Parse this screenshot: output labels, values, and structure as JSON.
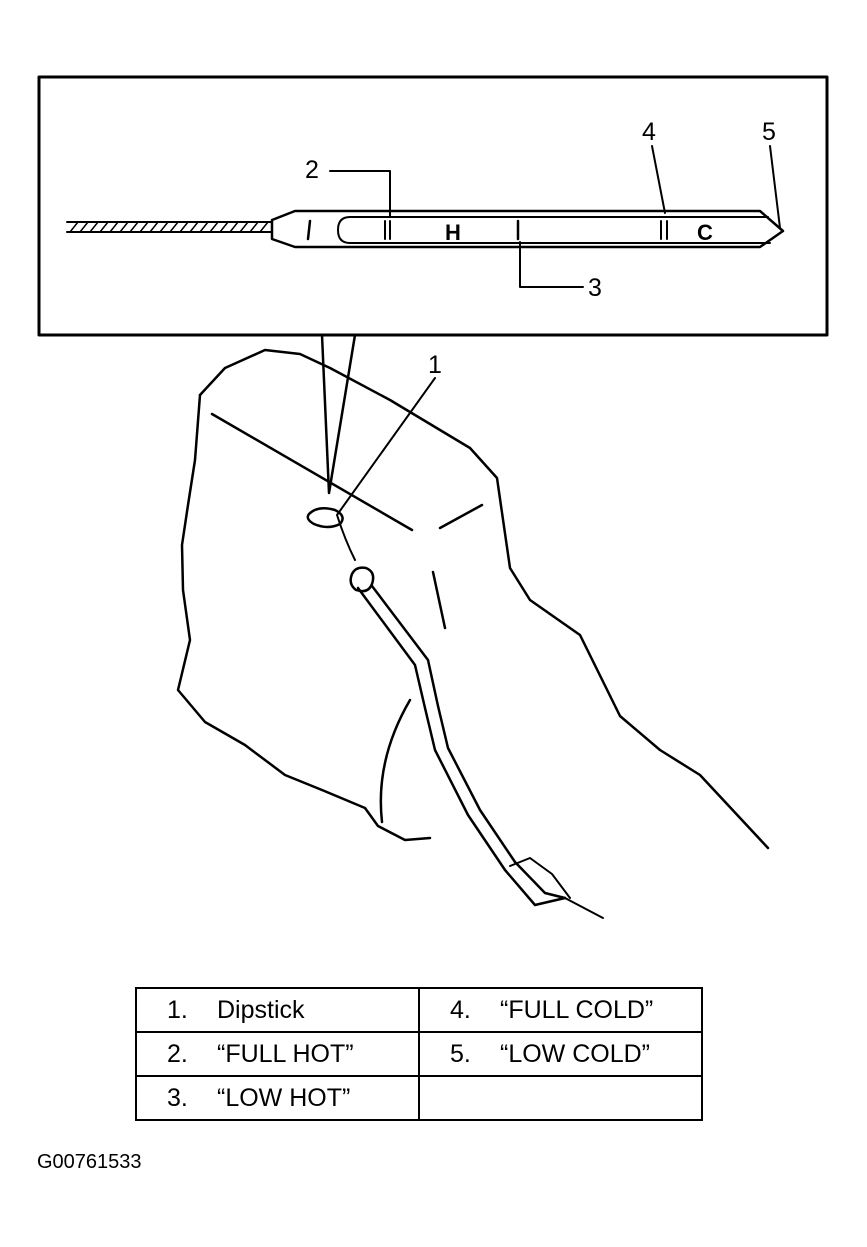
{
  "callouts": [
    "1",
    "2",
    "3",
    "4",
    "5"
  ],
  "stick_marks": {
    "hot": "H",
    "cold": "C"
  },
  "legend": [
    [
      {
        "num": "1.",
        "label": "Dipstick"
      },
      {
        "num": "4.",
        "label": "“FULL COLD”"
      }
    ],
    [
      {
        "num": "2.",
        "label": "“FULL HOT”"
      },
      {
        "num": "5.",
        "label": "“LOW COLD”"
      }
    ],
    [
      {
        "num": "3.",
        "label": "“LOW HOT”"
      },
      {
        "num": "",
        "label": ""
      }
    ]
  ],
  "figure_id": "G00761533"
}
